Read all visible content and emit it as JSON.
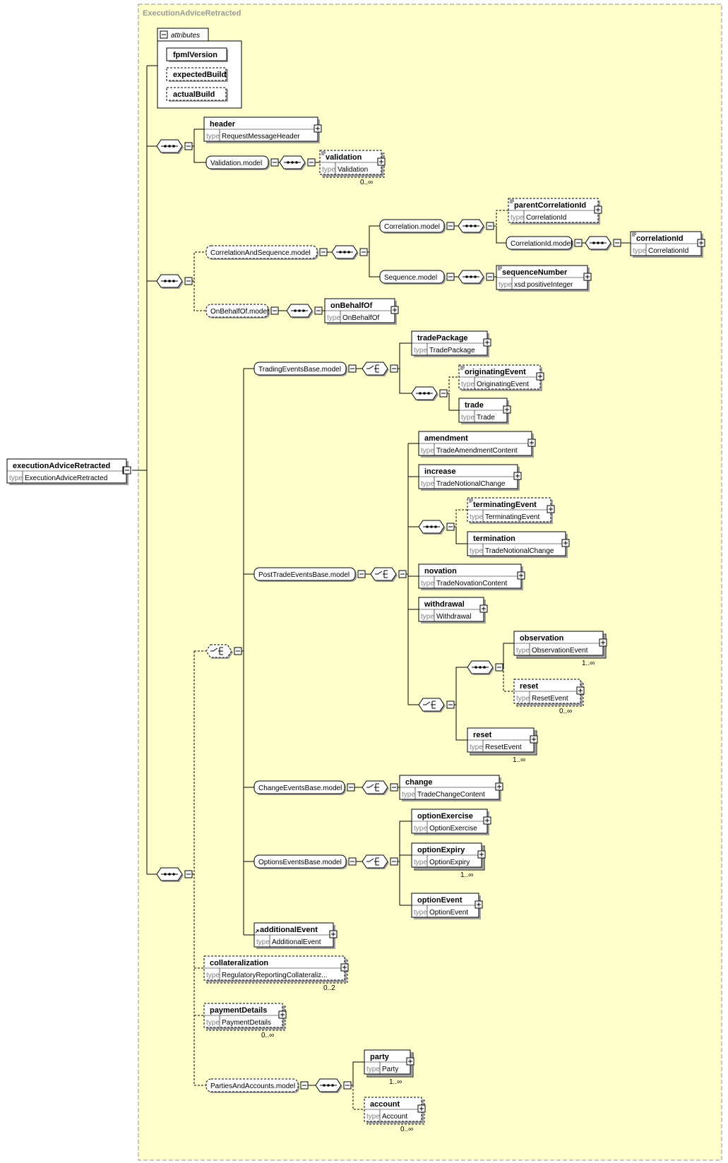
{
  "container": {
    "title": "ExecutionAdviceRetracted"
  },
  "type_word": "type",
  "attributes": {
    "label": "attributes",
    "items": [
      "fpmlVersion",
      "expectedBuild",
      "actualBuild"
    ]
  },
  "root": {
    "name": "executionAdviceRetracted",
    "type": "ExecutionAdviceRetracted"
  },
  "elements": {
    "header": {
      "name": "header",
      "type": "RequestMessageHeader"
    },
    "validation": {
      "name": "validation",
      "type": "Validation",
      "occurs": "0..∞"
    },
    "parentCorrelationId": {
      "name": "parentCorrelationId",
      "type": "CorrelationId"
    },
    "correlationId": {
      "name": "correlationId",
      "type": "CorrelationId"
    },
    "sequenceNumber": {
      "name": "sequenceNumber",
      "type": "xsd:positiveInteger"
    },
    "onBehalfOf": {
      "name": "onBehalfOf",
      "type": "OnBehalfOf"
    },
    "tradePackage": {
      "name": "tradePackage",
      "type": "TradePackage"
    },
    "originatingEvent": {
      "name": "originatingEvent",
      "type": "OriginatingEvent"
    },
    "trade": {
      "name": "trade",
      "type": "Trade"
    },
    "amendment": {
      "name": "amendment",
      "type": "TradeAmendmentContent"
    },
    "increase": {
      "name": "increase",
      "type": "TradeNotionalChange"
    },
    "terminatingEvent": {
      "name": "terminatingEvent",
      "type": "TerminatingEvent"
    },
    "termination": {
      "name": "termination",
      "type": "TradeNotionalChange"
    },
    "novation": {
      "name": "novation",
      "type": "TradeNovationContent"
    },
    "withdrawal": {
      "name": "withdrawal",
      "type": "Withdrawal"
    },
    "observation": {
      "name": "observation",
      "type": "ObservationEvent",
      "occurs": "1..∞"
    },
    "resetOptional": {
      "name": "reset",
      "type": "ResetEvent",
      "occurs": "0..∞"
    },
    "reset": {
      "name": "reset",
      "type": "ResetEvent",
      "occurs": "1..∞"
    },
    "change": {
      "name": "change",
      "type": "TradeChangeContent"
    },
    "optionExercise": {
      "name": "optionExercise",
      "type": "OptionExercise"
    },
    "optionExpiry": {
      "name": "optionExpiry",
      "type": "OptionExpiry",
      "occurs": "1..∞"
    },
    "optionEvent": {
      "name": "optionEvent",
      "type": "OptionEvent"
    },
    "additionalEvent": {
      "name": "additionalEvent",
      "type": "AdditionalEvent"
    },
    "collateralization": {
      "name": "collateralization",
      "type": "RegulatoryReportingCollateraliz...",
      "occurs": "0..2"
    },
    "paymentDetails": {
      "name": "paymentDetails",
      "type": "PaymentDetails",
      "occurs": "0..∞"
    },
    "party": {
      "name": "party",
      "type": "Party",
      "occurs": "1..∞"
    },
    "account": {
      "name": "account",
      "type": "Account",
      "occurs": "0..∞"
    }
  },
  "groups": {
    "validationModel": "Validation.model",
    "correlationAndSequenceModel": "CorrelationAndSequence.model",
    "correlationModel": "Correlation.model",
    "correlationIdModel": "CorrelationId.model",
    "sequenceModel": "Sequence.model",
    "onBehalfOfModel": "OnBehalfOf.model",
    "tradingEventsBaseModel": "TradingEventsBase.model",
    "postTradeEventsBaseModel": "PostTradeEventsBase.model",
    "changeEventsBaseModel": "ChangeEventsBase.model",
    "optionsEventsBaseModel": "OptionsEventsBase.model",
    "partiesAndAccountsModel": "PartiesAndAccounts.model"
  },
  "colors": {
    "container_bg": "#ffffcc",
    "container_border": "#909090",
    "element_bg": "#ffffff",
    "line": "#000000",
    "type_label": "#808080"
  }
}
